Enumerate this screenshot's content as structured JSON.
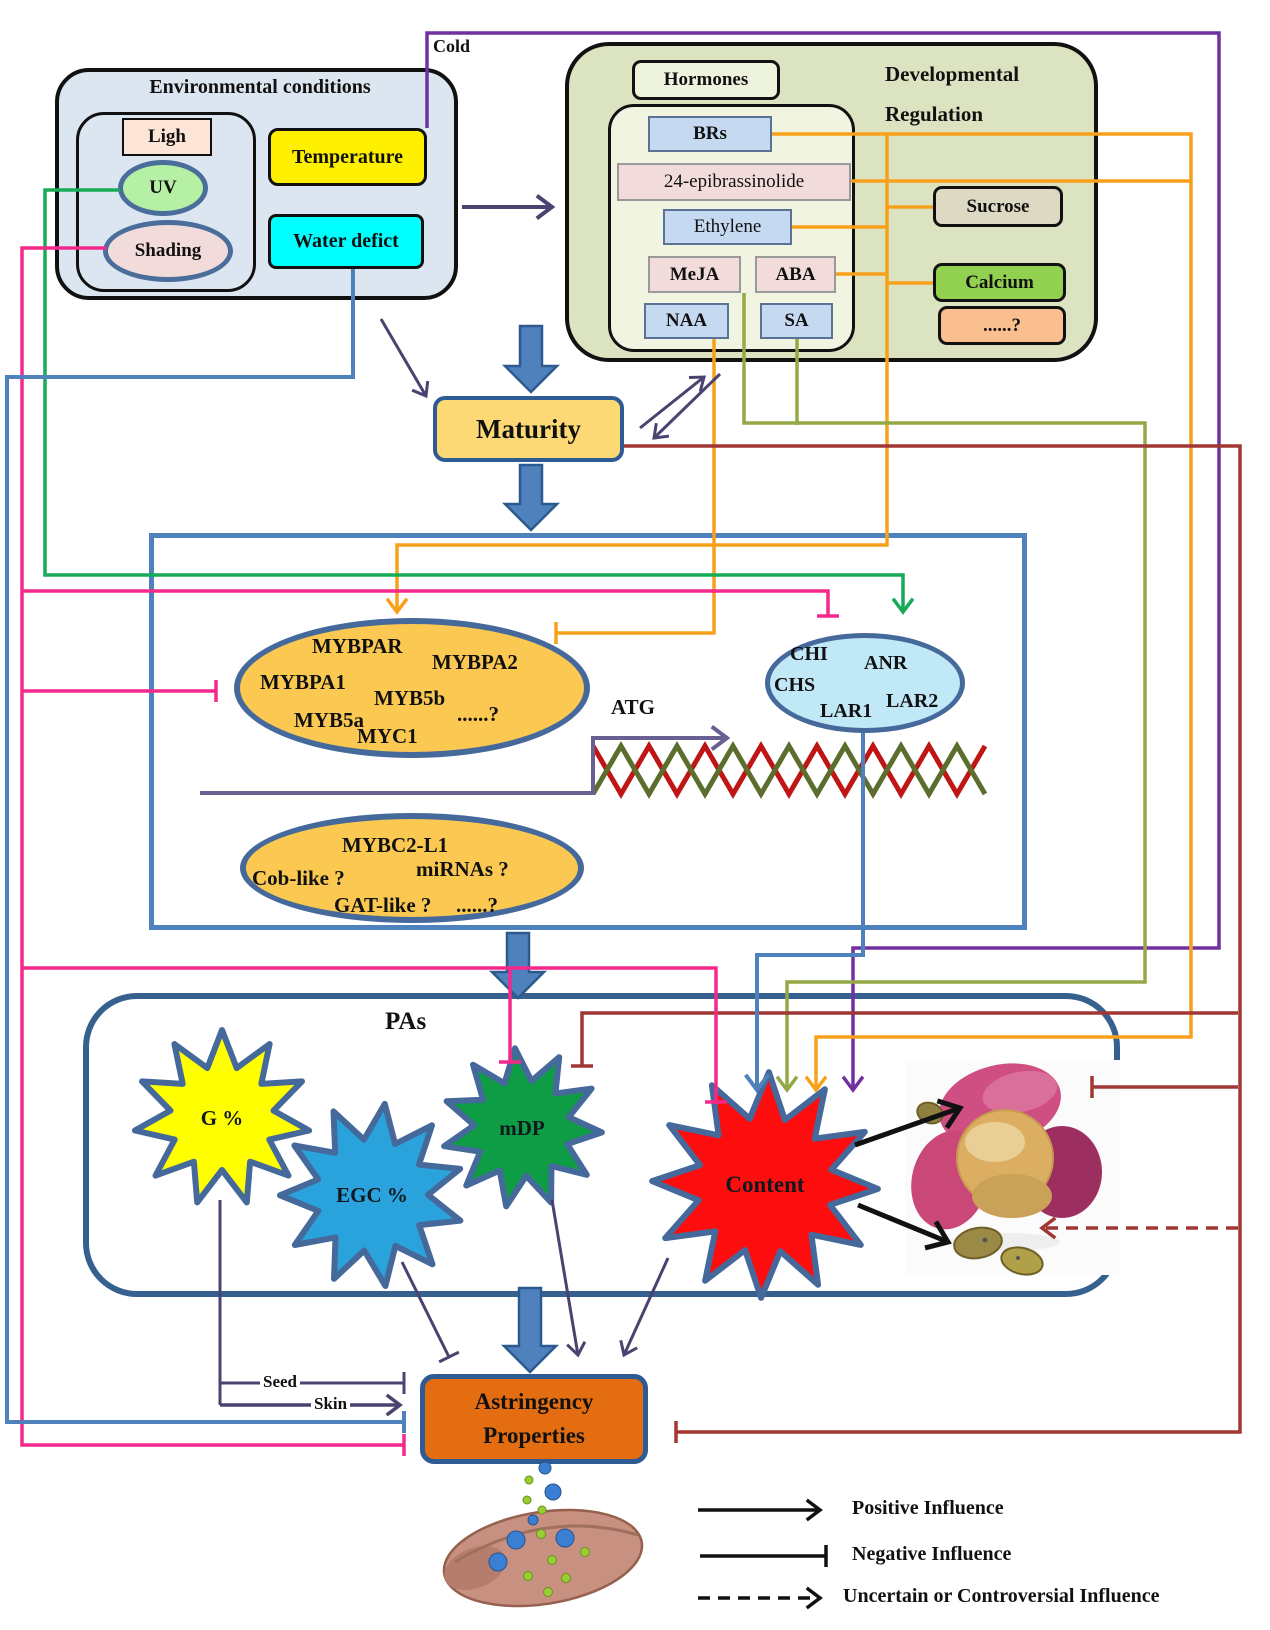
{
  "top": {
    "cold": "Cold"
  },
  "environment": {
    "title": "Environmental conditions",
    "light": "Ligh",
    "uv": "UV",
    "shading": "Shading",
    "temperature": "Temperature",
    "water": "Water defict"
  },
  "development": {
    "title_line1": "Developmental",
    "title_line2": "Regulation",
    "hormones": "Hormones",
    "brs": "BRs",
    "epibrassinolide": "24-epibrassinolide",
    "ethylene": "Ethylene",
    "meja": "MeJA",
    "aba": "ABA",
    "naa": "NAA",
    "sa": "SA",
    "sucrose": "Sucrose",
    "calcium": "Calcium",
    "unknown": "......?"
  },
  "maturity": {
    "label": "Maturity"
  },
  "regulators": {
    "activators": [
      "MYBPAR",
      "MYBPA2",
      "MYBPA1",
      "MYB5b",
      "MYB5a",
      "MYC1",
      "......?"
    ],
    "structural_genes": [
      "CHI",
      "ANR",
      "CHS",
      "LAR1",
      "LAR2"
    ],
    "repressors": [
      "MYBC2-L1",
      "miRNAs ?",
      "Cob-like ?",
      "GAT-like ?",
      "......?"
    ],
    "atg": "ATG"
  },
  "pas": {
    "title": "PAs",
    "g_percent": "G %",
    "egc_percent": "EGC %",
    "mdp": "mDP",
    "content": "Content"
  },
  "astringency": {
    "line1": "Astringency",
    "line2": "Properties",
    "seed": "Seed",
    "skin": "Skin"
  },
  "legend": {
    "positive": "Positive Influence",
    "negative": "Negative Influence",
    "uncertain": "Uncertain or Controversial Influence"
  },
  "colors": {
    "uv_line_green": "#17ab57",
    "shading_line_pink": "#f5288c",
    "water_line_blue": "#4f81bd",
    "cold_temperature_line_purple": "#7030a0",
    "hormone_line_orange": "#f7a11a",
    "meja_sa_line_olive": "#94a845",
    "maturity_line_darkred": "#a03733",
    "influence_arrow_slate": "#4c4270",
    "activator_ellipse_fill": "#fbc952",
    "gene_ellipse_fill": "#c0e8f6",
    "g_star_fill": "#ffff00",
    "egc_star_fill": "#2aa3dd",
    "mdp_star_fill": "#0e9c44",
    "content_star_fill": "#fd0d0d",
    "astringency_box_fill": "#e36d10"
  }
}
